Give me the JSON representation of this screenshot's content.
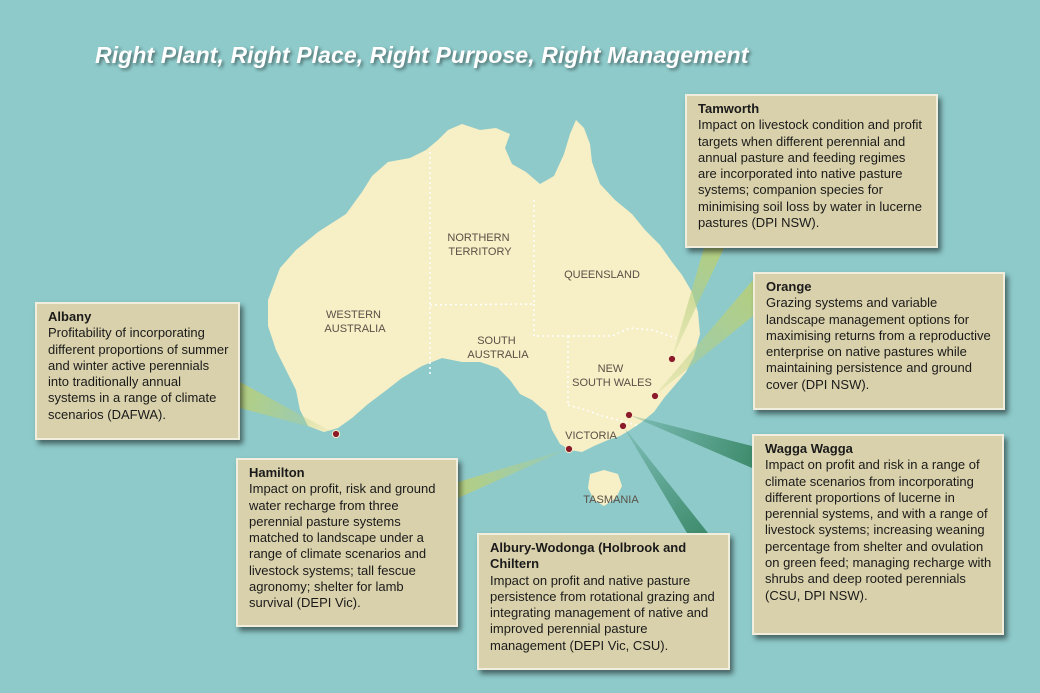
{
  "title": "Right Plant, Right Place, Right Purpose, Right Management",
  "colors": {
    "sea": "#8ecaca",
    "land": "#f7efc6",
    "callout": "#d9d1ab",
    "marker": "#8b1a2a"
  },
  "map": {
    "regions": [
      {
        "id": "wa",
        "lines": [
          "WESTERN",
          "AUSTRALIA"
        ]
      },
      {
        "id": "nt",
        "lines": [
          "NORTHERN",
          "TERRITORY"
        ]
      },
      {
        "id": "qld",
        "lines": [
          "QUEENSLAND"
        ]
      },
      {
        "id": "sa",
        "lines": [
          "SOUTH",
          "AUSTRALIA"
        ]
      },
      {
        "id": "nsw",
        "lines": [
          "NEW",
          "SOUTH WALES"
        ]
      },
      {
        "id": "vic",
        "lines": [
          "VICTORIA"
        ]
      },
      {
        "id": "tas",
        "lines": [
          "TASMANIA"
        ]
      }
    ]
  },
  "sites": [
    {
      "id": "albany",
      "name": "Albany",
      "text": "Profitability of incorporating different proportions of summer and winter active perennials into traditionally annual systems in a range of climate scenarios (DAFWA)."
    },
    {
      "id": "hamilton",
      "name": "Hamilton",
      "text": "Impact on profit, risk and ground water recharge from three perennial pasture systems matched to landscape under a range of climate scenarios and livestock systems; tall fescue agronomy; shelter for lamb survival (DEPI Vic)."
    },
    {
      "id": "albury",
      "name": "Albury-Wodonga (Holbrook and Chiltern",
      "text": "Impact on profit and native pasture persistence from rotational grazing and integrating management of native and improved perennial pasture management (DEPI Vic, CSU)."
    },
    {
      "id": "tamworth",
      "name": "Tamworth",
      "text": "Impact on livestock condition and profit targets when different perennial and annual pasture and feeding regimes are incorporated into native pasture systems; companion species for minimising soil loss by water in lucerne pastures (DPI NSW)."
    },
    {
      "id": "orange",
      "name": "Orange",
      "text": "Grazing systems and variable landscape management options for maximising returns from a reproductive enterprise on native pastures while maintaining persistence and ground cover (DPI NSW)."
    },
    {
      "id": "wagga",
      "name": "Wagga Wagga",
      "text": "Impact on profit and risk in a range of climate scenarios from incorporating different proportions of lucerne in perennial systems, and with a range of livestock systems; increasing weaning percentage from shelter and ovulation on green feed; managing recharge with shrubs and deep rooted perennials (CSU, DPI NSW)."
    }
  ]
}
